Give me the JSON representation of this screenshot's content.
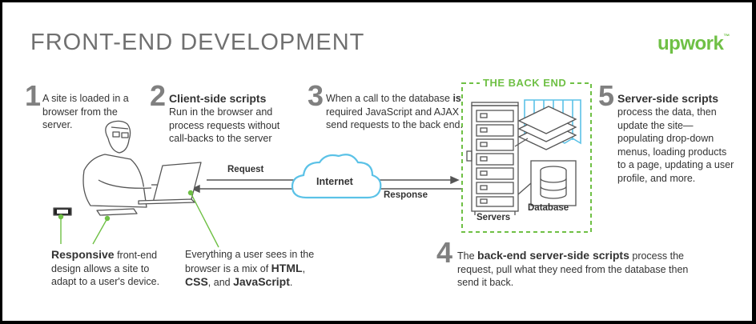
{
  "title": "FRONT-END DEVELOPMENT",
  "logo": {
    "text": "upwork",
    "mark": "™"
  },
  "steps": {
    "s1": {
      "num": "1",
      "text": "A site is loaded in a browser from the server."
    },
    "s2": {
      "num": "2",
      "heading": "Client-side scripts",
      "text": "Run in the browser and process requests without call-backs to the server"
    },
    "s3": {
      "num": "3",
      "text_a": "When a call to the database ",
      "text_bold": "is",
      "text_b": " required JavaScript and AJAX send requests to the back end."
    },
    "s4": {
      "num": "4",
      "text_a": "The ",
      "text_bold": "back-end server-side scripts",
      "text_b": " process the request, pull what they need from the database then send it back."
    },
    "s5": {
      "num": "5",
      "heading": "Server-side scripts",
      "text": "process the data, then update the site—populating drop-down menus, loading products to a page, updating a user profile, and more."
    }
  },
  "back_end": {
    "title": "THE BACK END",
    "servers_label": "Servers",
    "database_label": "Database"
  },
  "network": {
    "request": "Request",
    "response": "Response",
    "internet": "Internet"
  },
  "responsive": {
    "bold": "Responsive",
    "text": " front-end design allows a site to adapt to a user's device."
  },
  "browser": {
    "text_a": "Everything a user sees in the browser is a mix of ",
    "html": "HTML",
    "comma": ",",
    "css": "CSS",
    "and": ", and ",
    "js": "JavaScript",
    "end": "."
  },
  "colors": {
    "accent": "#6fc045",
    "cloud": "#5bc2e7",
    "text": "#333333",
    "muted": "#808080"
  }
}
